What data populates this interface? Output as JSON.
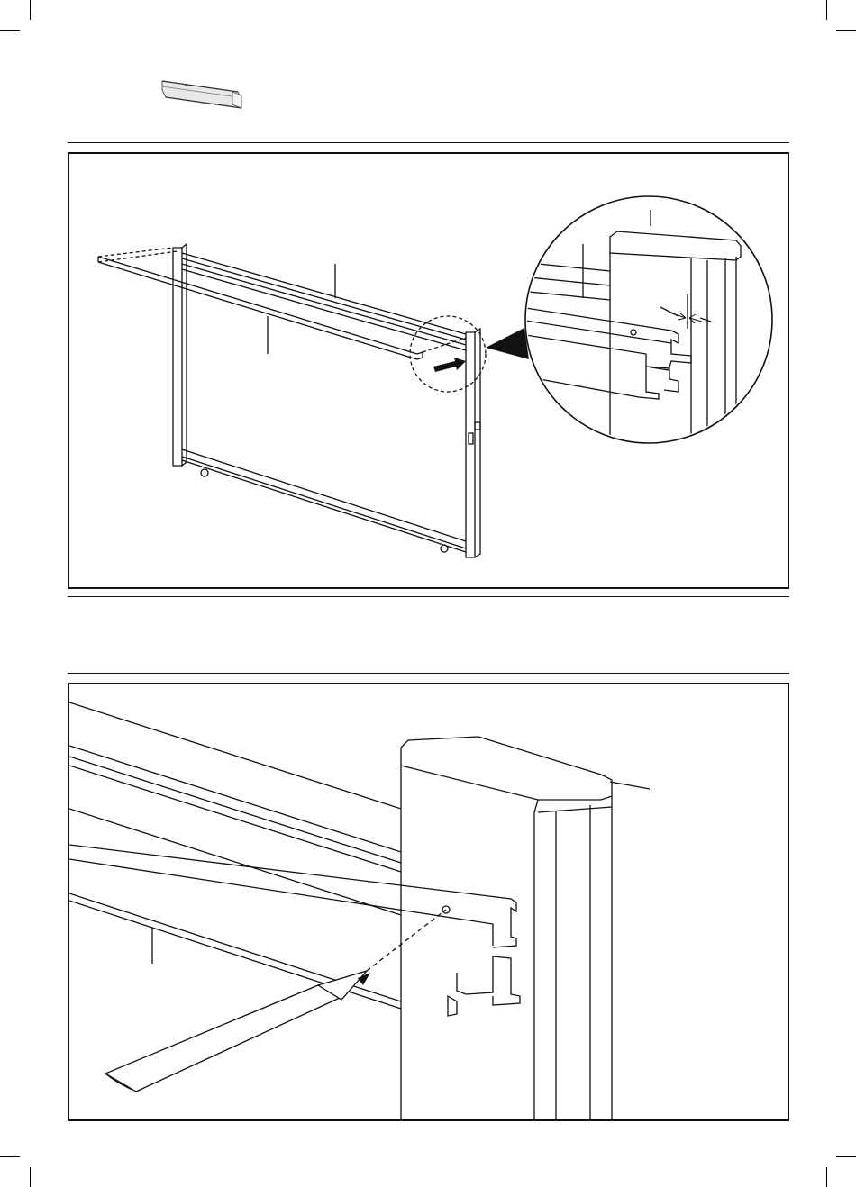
{
  "document": {
    "type": "assembly-instruction-page",
    "text_content": []
  },
  "icons": {
    "part_thumbnail": "rail-profile-icon",
    "step1_figure": "frame-rail-mounting-illustration",
    "step1_detail": "rail-end-gap-detail-magnifier",
    "step2_figure": "rail-marking-with-pencil-illustration"
  },
  "colors": {
    "ink": "#111111",
    "paper": "#ffffff",
    "rail_fill": "#d8d8d8"
  }
}
